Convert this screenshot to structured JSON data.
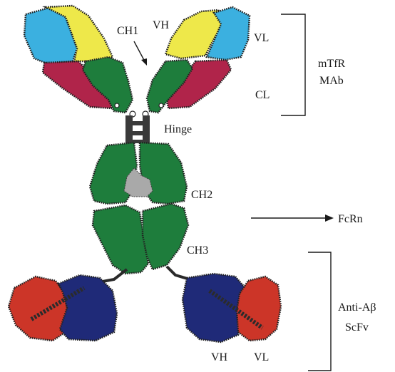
{
  "labels": {
    "ch1": "CH1",
    "vh_top": "VH",
    "vl_top": "VL",
    "cl": "CL",
    "mtfr_line1": "mTfR",
    "mtfr_line2": "MAb",
    "hinge": "Hinge",
    "ch2": "CH2",
    "fcrn": "FcRn",
    "ch3": "CH3",
    "anti_line1": "Anti-Aβ",
    "anti_line2": "ScFv",
    "vh_bottom": "VH",
    "vl_bottom": "VL"
  },
  "colors": {
    "vl_domain": "#3bb0e0",
    "vh_domain": "#eee84a",
    "cl_domain": "#b0244a",
    "heavy_constant": "#1e7d3c",
    "scfv_vl": "#cc3528",
    "scfv_vh": "#1f2a78",
    "outline": "#222222",
    "hinge": "#3a3a3a",
    "text": "#1a1a1a"
  }
}
